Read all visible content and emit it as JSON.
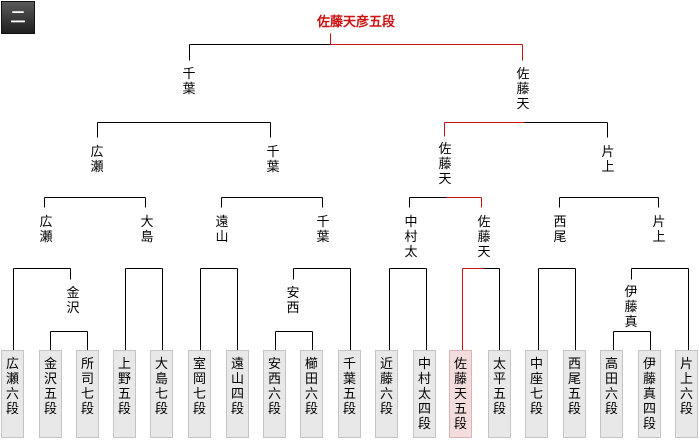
{
  "menu_button": {
    "label": "二",
    "icon": "menu-icon"
  },
  "title": "佐藤天彦五段",
  "colors": {
    "line": "#000000",
    "win_line": "#cc1111",
    "box_bg": "#e8e8e8",
    "win_box_bg": "#f3dcdc"
  },
  "players": [
    {
      "name": "広瀬六段"
    },
    {
      "name": "金沢五段"
    },
    {
      "name": "所司七段"
    },
    {
      "name": "上野五段"
    },
    {
      "name": "大島七段"
    },
    {
      "name": "室岡七段"
    },
    {
      "name": "遠山四段"
    },
    {
      "name": "安西六段"
    },
    {
      "name": "櫛田六段"
    },
    {
      "name": "千葉五段"
    },
    {
      "name": "近藤六段"
    },
    {
      "name": "中村太四段"
    },
    {
      "name": "佐藤天五段",
      "highlight": true
    },
    {
      "name": "太平五段"
    },
    {
      "name": "中座七段"
    },
    {
      "name": "西尾五段"
    },
    {
      "name": "高田六段"
    },
    {
      "name": "伊藤真四段"
    },
    {
      "name": "片上六段"
    }
  ],
  "winners": {
    "prelim_left": "金沢",
    "prelim_mid": "安西",
    "prelim_right": "伊藤真",
    "r1": [
      "広瀬",
      "大島",
      "遠山",
      "千葉",
      "中村太",
      "佐藤天",
      "西尾",
      "片上"
    ],
    "r2": [
      "広瀬",
      "千葉",
      "佐藤天",
      "片上"
    ],
    "semi": [
      "千葉",
      "佐藤天"
    ]
  }
}
